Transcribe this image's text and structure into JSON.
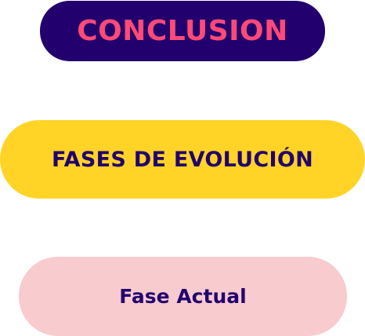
{
  "buttons": {
    "conclusion": {
      "label": "CONCLUSION",
      "background": "#22006e",
      "text_color": "#ff4a77"
    },
    "fases": {
      "label": "FASES DE EVOLUCIÓN",
      "background": "#ffd426",
      "text_color": "#22006e"
    },
    "actual": {
      "label": "Fase Actual",
      "background": "#f8cbcf",
      "text_color": "#22006e"
    }
  }
}
